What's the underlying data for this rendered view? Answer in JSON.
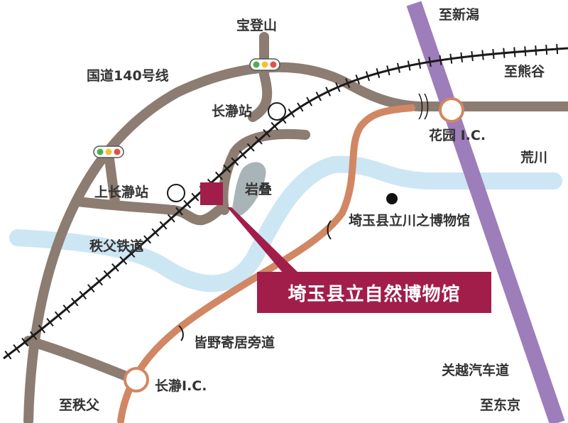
{
  "colors": {
    "road": "#8c7c72",
    "river": "#cde6f4",
    "rock": "#a9b4b8",
    "expressway": "#9d7dba",
    "toll_road": "#d18763",
    "accent": "#a21e4a",
    "rail": "#1a1a1a",
    "text": "#333333"
  },
  "labels": {
    "hodosan": "宝登山",
    "to_niigata": "至新潟",
    "to_kumagaya": "至熊谷",
    "route140": "国道140号线",
    "nagatoro_station": "长瀞站",
    "hanazono_ic": "花园 I.C.",
    "arakawa": "荒川",
    "kami_nagatoro_station": "上长瀞站",
    "iwadatami": "岩叠",
    "saitama_kawanohaku": "埼玉县立川之博物馆",
    "chichibu_railway": "秩父铁道",
    "museum_name": "埼玉县立自然博物馆",
    "minano_bypass": "皆野寄居旁道",
    "kanetsu": "关越汽车道",
    "nagatoro_ic": "长瀞I.C.",
    "to_chichibu": "至秩父",
    "to_tokyo": "至东京"
  },
  "icons": {
    "traffic_light": "traffic-light-icon",
    "station": "station-circle-icon",
    "interchange": "interchange-circle-icon",
    "museum_marker": "museum-square-icon",
    "poi_dot": "poi-dot-icon"
  }
}
